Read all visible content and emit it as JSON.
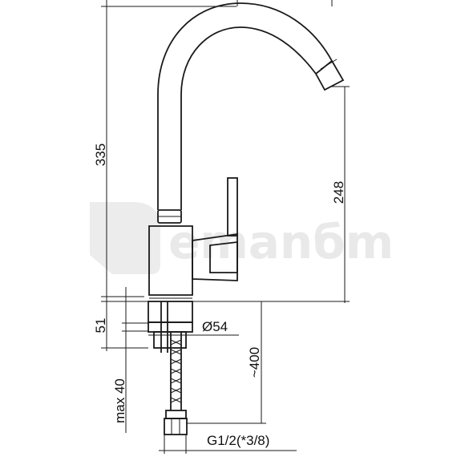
{
  "watermark": {
    "text": "emanбm",
    "color": "#e9e9e9"
  },
  "dimensions": {
    "overall_height": "335",
    "spout_height": "248",
    "base_height": "51",
    "base_diameter": "Ø54",
    "max_thickness": "max 40",
    "hose_length": "~400",
    "connection": "G1/2(*3/8)"
  },
  "colors": {
    "line": "#1a1a1a"
  }
}
